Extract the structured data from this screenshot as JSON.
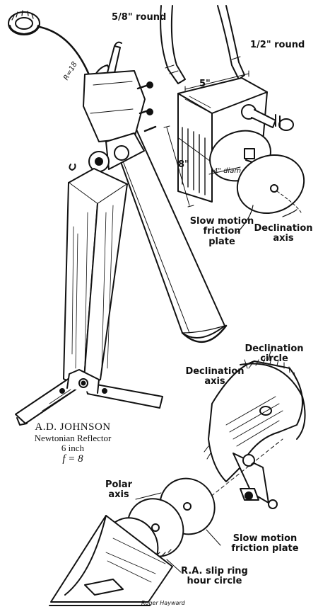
{
  "labels": {
    "five_eighths_round": "5/8\" round",
    "half_round": "1/2\" round",
    "dim_5": "5\"",
    "dim_8": "8\"",
    "dim_4diam": "4\" diam",
    "radius": "R=18",
    "slow_motion_top": "Slow motion\nfriction plate",
    "declination_axis_top": "Declination\naxis",
    "declination_circle": "Declination\ncircle",
    "declination_axis_lower": "Declination\naxis",
    "polar_axis": "Polar\naxis",
    "slow_motion_lower": "Slow motion\nfriction plate",
    "ra_slip_ring": "R.A. slip ring\nhour circle",
    "signature": "Roger Hayward"
  },
  "caption": {
    "name": "A.D. JOHNSON",
    "type": "Newtonian Reflector",
    "aperture": "6 inch",
    "focal": "f = 8"
  }
}
